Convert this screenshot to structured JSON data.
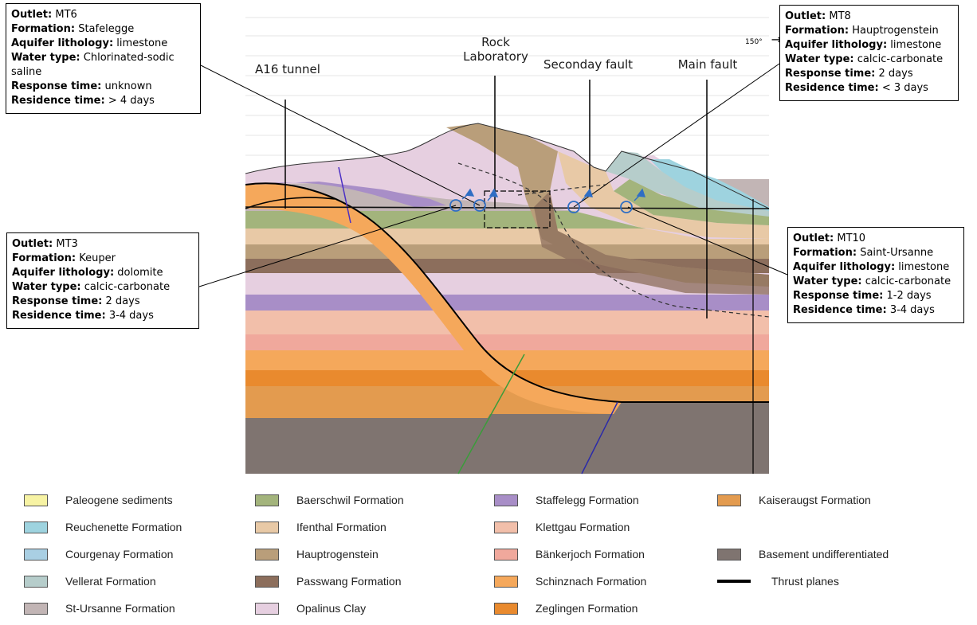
{
  "colors": {
    "paleogene": "#f7f3a4",
    "reuchenette": "#9ed3df",
    "courgenay": "#a9cfe3",
    "vellerat": "#b6cdcb",
    "st_ursanne": "#c2b5b5",
    "baerschwil": "#a3b47c",
    "ifenthal": "#e8c9a6",
    "hauptrogenstein": "#b99e7a",
    "passwang": "#8c6e5c",
    "opalinus": "#e6cfe0",
    "staffelegg": "#a88ec7",
    "klettgau": "#f2bfaa",
    "bankerjoch": "#f0a89c",
    "schinznach": "#f5a85b",
    "zeglingen": "#e98a2e",
    "kaiseraugst": "#e39b4f",
    "basement": "#7f7470"
  },
  "labels": {
    "a16": "A16 tunnel",
    "rock_lab": "Rock\nLaboratory",
    "secondary_fault": "Seconday fault",
    "main_fault": "Main fault",
    "compass": "150°",
    "compass_arrow": "→"
  },
  "callouts": {
    "mt6": [
      {
        "key": "Outlet:",
        "val": " MT6"
      },
      {
        "key": "Formation:",
        "val": " Stafelegge"
      },
      {
        "key": "Aquifer lithology:",
        "val": " limestone"
      },
      {
        "key": "Water type:",
        "val": " Chlorinated-sodic saline"
      },
      {
        "key": "Response time:",
        "val": " unknown"
      },
      {
        "key": "Residence time:",
        "val": " > 4 days"
      }
    ],
    "mt8": [
      {
        "key": "Outlet:",
        "val": " MT8"
      },
      {
        "key": "Formation:",
        "val": " Hauptrogenstein"
      },
      {
        "key": "Aquifer lithology:",
        "val": " limestone"
      },
      {
        "key": "Water type:",
        "val": " calcic-carbonate"
      },
      {
        "key": "Response time:",
        "val": " 2 days"
      },
      {
        "key": "Residence time:",
        "val": " < 3 days"
      }
    ],
    "mt3": [
      {
        "key": "Outlet:",
        "val": " MT3"
      },
      {
        "key": "Formation:",
        "val": " Keuper"
      },
      {
        "key": "Aquifer lithology:",
        "val": " dolomite"
      },
      {
        "key": "Water type:",
        "val": " calcic-carbonate"
      },
      {
        "key": "Response time:",
        "val": " 2 days"
      },
      {
        "key": "Residence time:",
        "val": " 3-4 days"
      }
    ],
    "mt10": [
      {
        "key": "Outlet:",
        "val": " MT10"
      },
      {
        "key": "Formation:",
        "val": " Saint-Ursanne"
      },
      {
        "key": "Aquifer lithology:",
        "val": " limestone"
      },
      {
        "key": "Water type:",
        "val": " calcic-carbonate"
      },
      {
        "key": "Response time:",
        "val": " 1-2 days"
      },
      {
        "key": "Residence time:",
        "val": " 3-4 days"
      }
    ]
  },
  "legend": [
    {
      "label": "Paleogene sediments",
      "color_key": "paleogene"
    },
    {
      "label": "Reuchenette Formation",
      "color_key": "reuchenette"
    },
    {
      "label": "Courgenay Formation",
      "color_key": "courgenay"
    },
    {
      "label": "Vellerat Formation",
      "color_key": "vellerat"
    },
    {
      "label": "St-Ursanne Formation",
      "color_key": "st_ursanne"
    },
    {
      "label": "Baerschwil Formation",
      "color_key": "baerschwil"
    },
    {
      "label": "Ifenthal Formation",
      "color_key": "ifenthal"
    },
    {
      "label": "Hauptrogenstein",
      "color_key": "hauptrogenstein"
    },
    {
      "label": "Passwang Formation",
      "color_key": "passwang"
    },
    {
      "label": "Opalinus Clay",
      "color_key": "opalinus"
    },
    {
      "label": "Staffelegg Formation",
      "color_key": "staffelegg"
    },
    {
      "label": "Klettgau Formation",
      "color_key": "klettgau"
    },
    {
      "label": "Bänkerjoch Formation",
      "color_key": "bankerjoch"
    },
    {
      "label": "Schinznach Formation",
      "color_key": "schinznach"
    },
    {
      "label": "Zeglingen Formation",
      "color_key": "zeglingen"
    },
    {
      "label": "Kaiseraugst Formation",
      "color_key": "kaiseraugst"
    },
    {
      "label": "Basement undifferentiated",
      "color_key": "basement"
    },
    {
      "label": "Thrust planes",
      "color_key": ""
    }
  ]
}
